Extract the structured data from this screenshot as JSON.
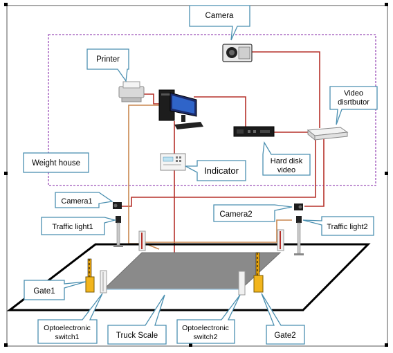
{
  "labels": {
    "camera": "Camera",
    "printer": "Printer",
    "video_distributor": [
      "Video",
      "disrtbutor"
    ],
    "weight_house": "Weight house",
    "indicator": "Indicator",
    "hard_disk_video": [
      "Hard disk",
      "video"
    ],
    "camera1": "Camera1",
    "camera2": "Camera2",
    "traffic_light1": "Traffic light1",
    "traffic_light2": "Traffic light2",
    "gate1": "Gate1",
    "gate2": "Gate2",
    "optoelectronic_switch1": [
      "Optoelectronic",
      "switch1"
    ],
    "optoelectronic_switch2": [
      "Optoelectronic",
      "switch2"
    ],
    "truck_scale": "Truck Scale"
  },
  "colors": {
    "cable_red": "#b5302a",
    "cable_tan": "#c8864e",
    "weight_house_border": "#9b4fb8",
    "callout_border": "#4a8fb0",
    "scale_fill": "#8a8a8a",
    "platform_border": "#000000"
  }
}
